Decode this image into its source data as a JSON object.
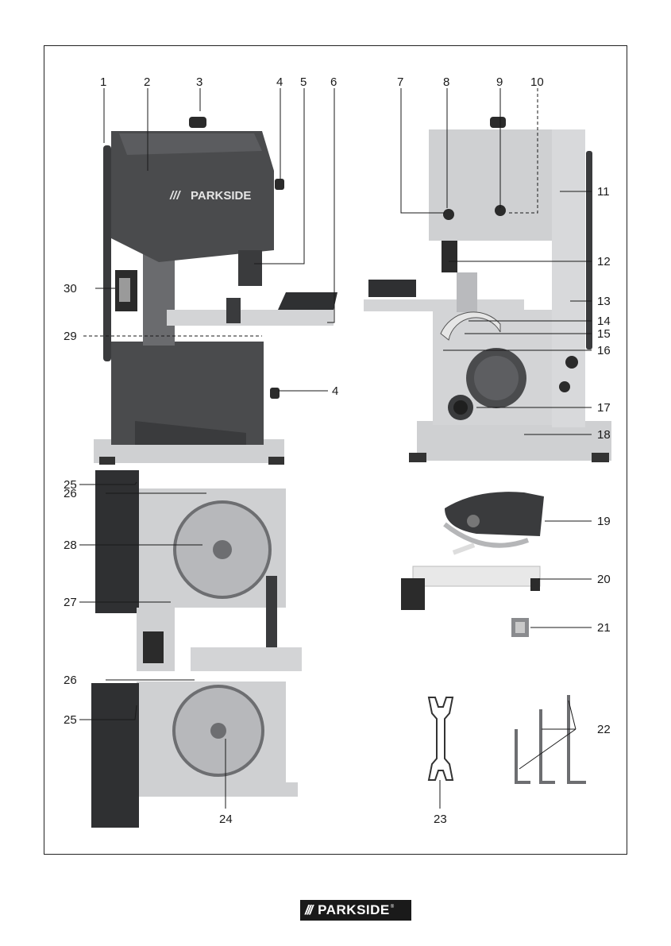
{
  "brand": {
    "slashes": "///",
    "name": "PARKSIDE",
    "registered": "®"
  },
  "callouts": {
    "c1": "1",
    "c2": "2",
    "c3": "3",
    "c4a": "4",
    "c5": "5",
    "c6": "6",
    "c7": "7",
    "c8": "8",
    "c9": "9",
    "c10": "10",
    "c11": "11",
    "c12": "12",
    "c13": "13",
    "c14": "14",
    "c15": "15",
    "c16": "16",
    "c17": "17",
    "c18": "18",
    "c19": "19",
    "c20": "20",
    "c21": "21",
    "c22": "22",
    "c23": "23",
    "c24": "24",
    "c25a": "25",
    "c26a": "26",
    "c27": "27",
    "c28": "28",
    "c29": "29",
    "c30": "30",
    "c4b": "4",
    "c26b": "26",
    "c25b": "25"
  },
  "colors": {
    "dark_housing": "#4a4b4d",
    "light_body": "#d3d4d6",
    "ink": "#1a1a1a"
  }
}
